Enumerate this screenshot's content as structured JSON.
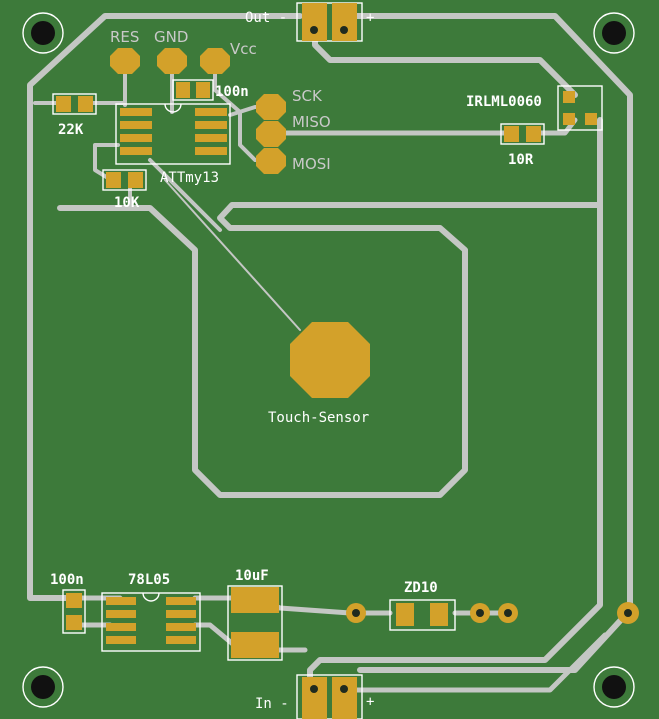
{
  "colors": {
    "board": "#3d7a3a",
    "copper_trace": "#c4c7c4",
    "pad": "#d3a12a",
    "silkscreen": "#ffffff",
    "silkscreen_dim": "#c9c9c9"
  },
  "labels": {
    "out": "Out -",
    "out_plus": "+",
    "in": "In -",
    "in_plus": "+",
    "res": "RES",
    "gnd": "GND",
    "vcc": "Vcc",
    "cap_top": "100n",
    "sck": "SCK",
    "miso": "MISO",
    "mosi": "MOSI",
    "r22k": "22K",
    "mcu": "ATTmy13",
    "r10k": "10K",
    "mosfet": "IRLML0060",
    "r10r": "10R",
    "sensor": "Touch-Sensor",
    "cap_bottom": "100n",
    "regulator": "78L05",
    "cap_10uf": "10uF",
    "zener": "ZD10"
  }
}
